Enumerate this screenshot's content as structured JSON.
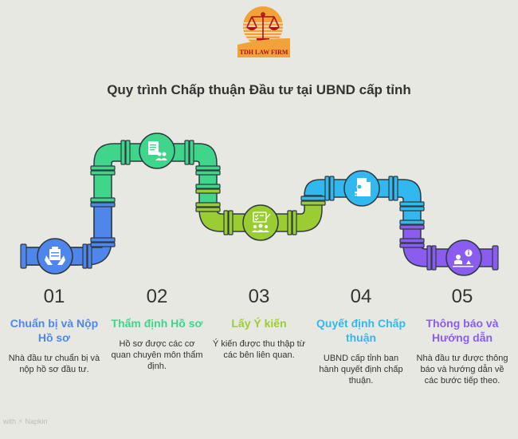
{
  "logo": {
    "text": "TDH LAW FIRM",
    "icon": "scales-of-justice-icon"
  },
  "title": "Quy trình Chấp thuận Đầu tư tại UBND cấp tỉnh",
  "colors": {
    "blue": "#4f86ec",
    "green": "#3fd58b",
    "lime": "#9acd32",
    "cyan": "#31b8ef",
    "purple": "#8a5cf0",
    "text": "#333333",
    "background": "#e8e8e3"
  },
  "steps": [
    {
      "number": "01",
      "heading": "Chuẩn bị và Nộp Hồ sơ",
      "description": "Nhà đầu tư chuẩn bị và nộp hồ sơ đầu tư.",
      "color": "#4f86ec",
      "icon": "document-in-hands-icon"
    },
    {
      "number": "02",
      "heading": "Thẩm định Hồ sơ",
      "description": "Hồ sơ được các cơ quan chuyên môn thẩm định.",
      "color": "#3fd58b",
      "icon": "document-review-team-icon"
    },
    {
      "number": "03",
      "heading": "Lấy Ý kiến",
      "description": "Ý kiến được thu thập từ các bên liên quan.",
      "color": "#9acd32",
      "icon": "checklist-group-icon"
    },
    {
      "number": "04",
      "heading": "Quyết định Chấp thuận",
      "description": "UBND cấp tỉnh ban hành quyết định chấp thuận.",
      "color": "#31b8ef",
      "icon": "stamp-document-icon"
    },
    {
      "number": "05",
      "heading": "Thông báo và Hướng dẫn",
      "description": "Nhà đầu tư được thông báo và hướng dẫn về các bước tiếp theo.",
      "color": "#8a5cf0",
      "icon": "info-people-icon"
    }
  ],
  "footer": "with ⚡ Napkin"
}
